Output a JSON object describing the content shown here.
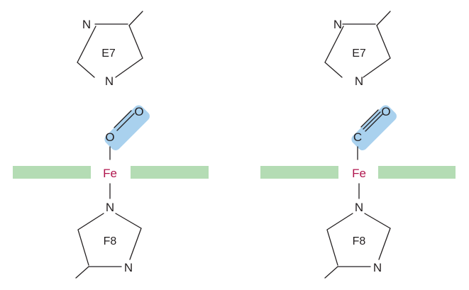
{
  "colors": {
    "heme_plane": "#b4dcb4",
    "ligand_highlight": "#a9d1ee",
    "iron": "#b0154d",
    "bond": "#231f20"
  },
  "panels": [
    {
      "his_e7": {
        "label": "E7",
        "n_top": "N",
        "n_bottom": "N"
      },
      "ligand": {
        "atom1": "O",
        "atom2": "O",
        "bond_order": 2
      },
      "iron": {
        "label": "Fe"
      },
      "his_f8": {
        "label": "F8",
        "n_top": "N",
        "n_bottom": "N"
      }
    },
    {
      "his_e7": {
        "label": "E7",
        "n_top": "N",
        "n_bottom": "N"
      },
      "ligand": {
        "atom1": "C",
        "atom2": "O",
        "bond_order": 3
      },
      "iron": {
        "label": "Fe"
      },
      "his_f8": {
        "label": "F8",
        "n_top": "N",
        "n_bottom": "N"
      }
    }
  ]
}
